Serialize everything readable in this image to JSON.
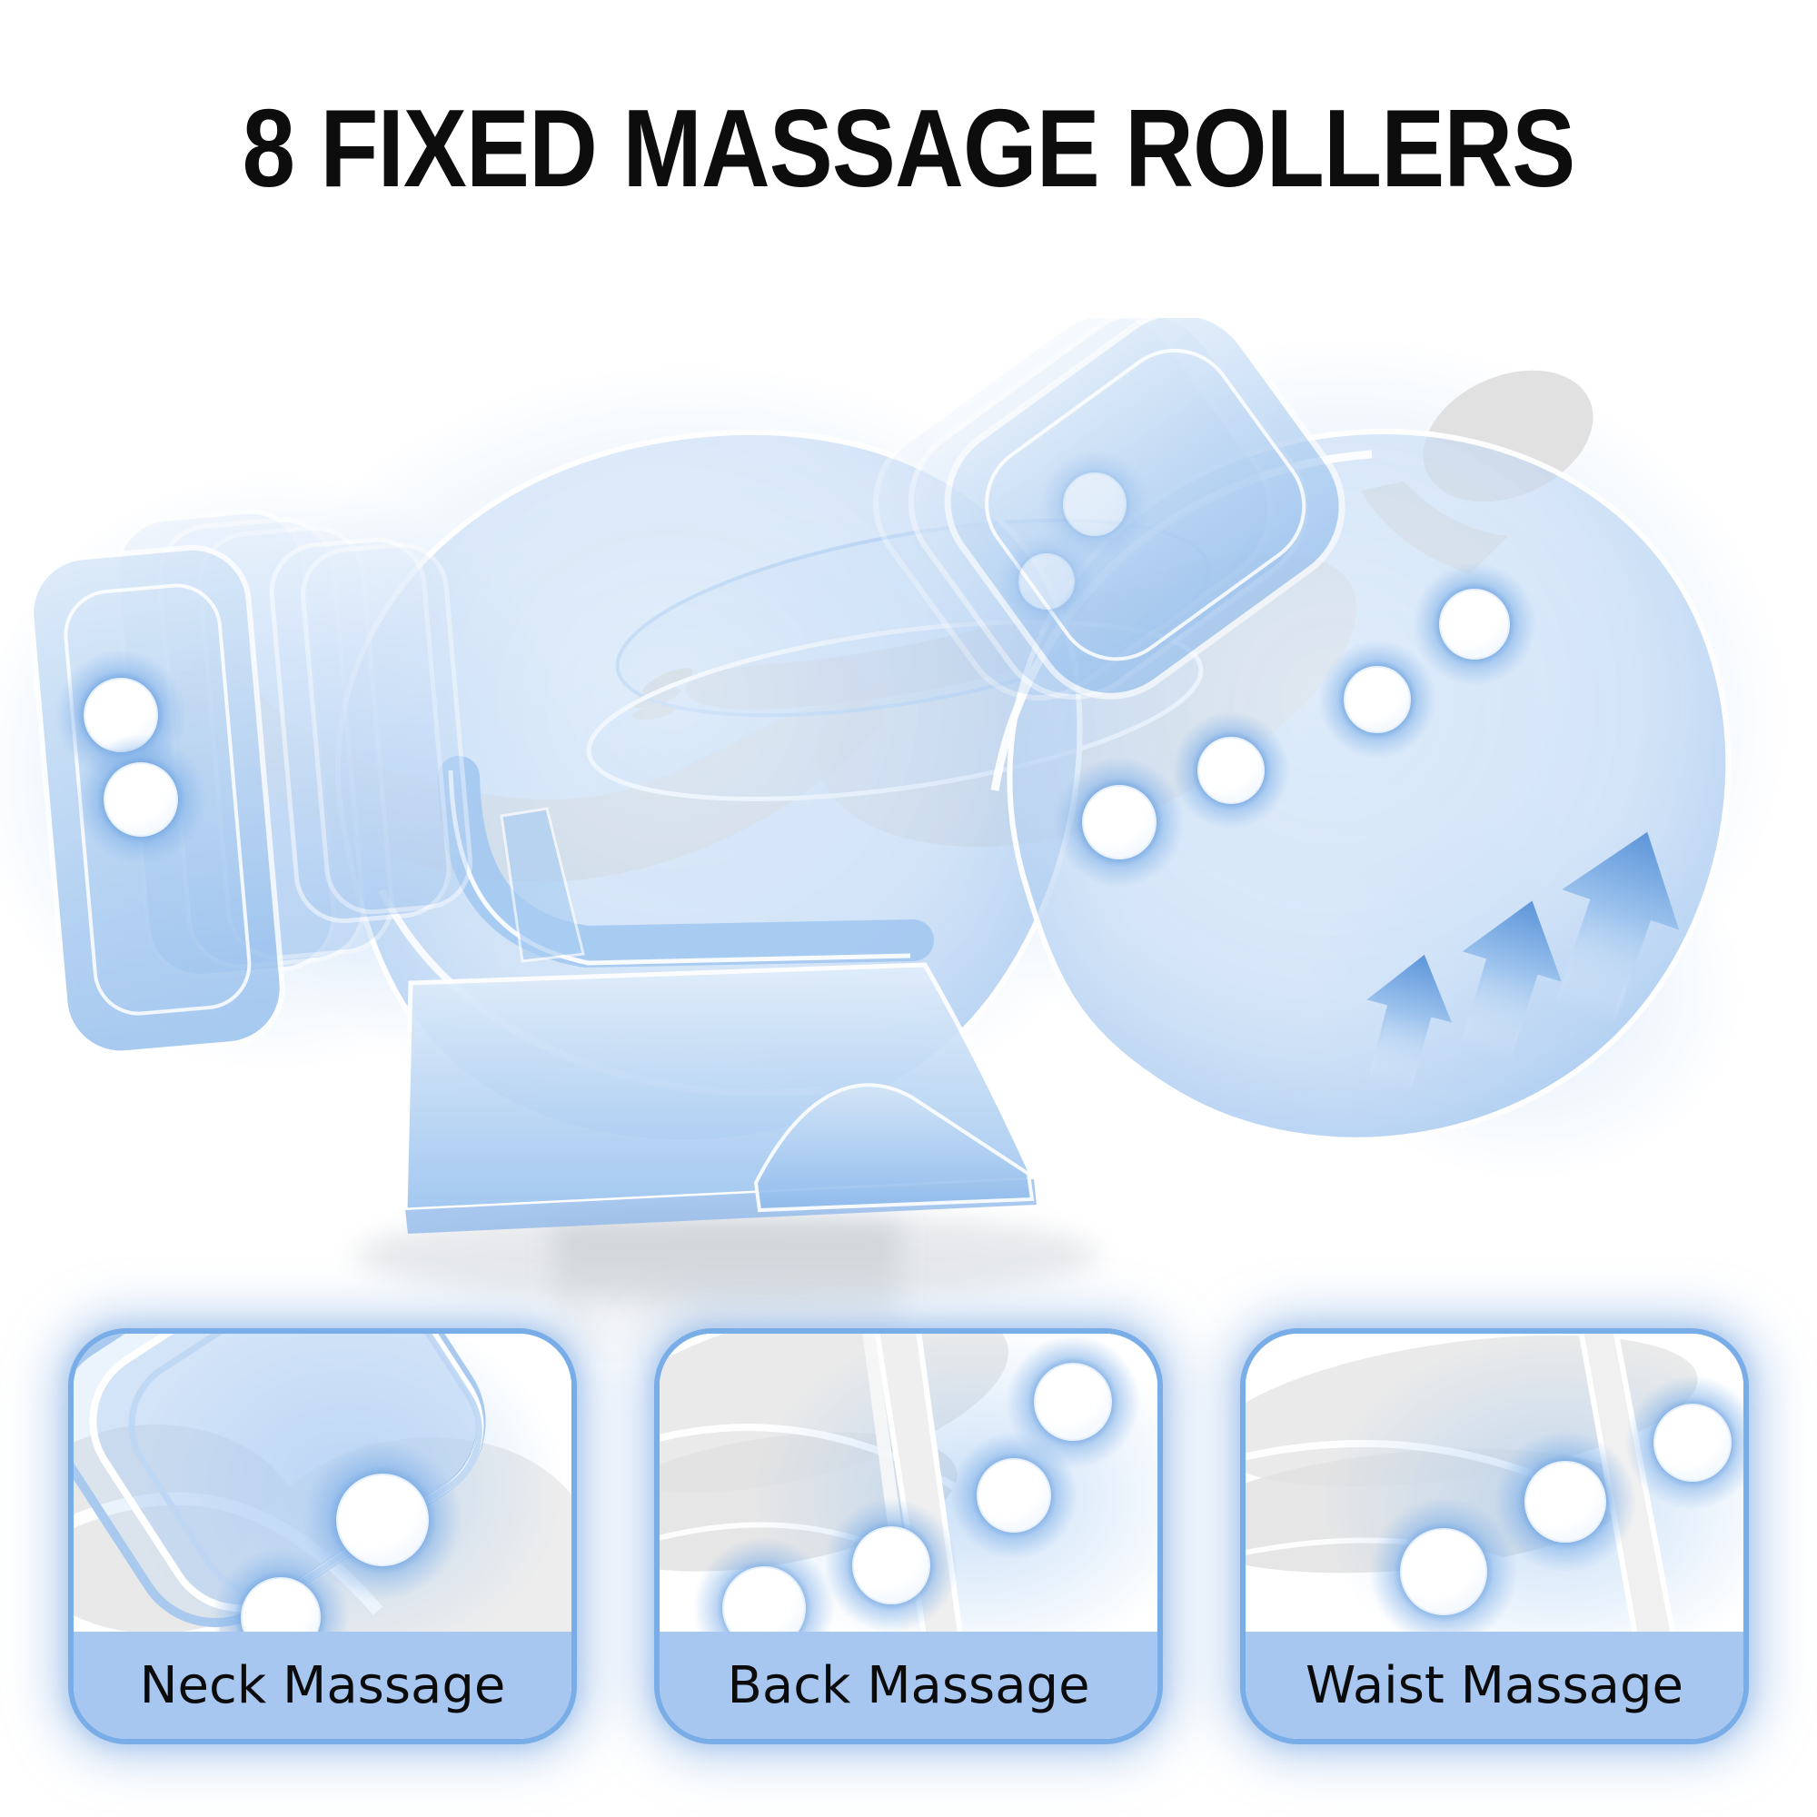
{
  "title": {
    "text": "8 FIXED MASSAGE ROLLERS"
  },
  "illustration": {
    "subject": "translucent massage chair with reclining person",
    "roller_count": 8,
    "up_arrow_count": 3
  },
  "cards": [
    {
      "label": "Neck Massage"
    },
    {
      "label": "Back Massage"
    },
    {
      "label": "Waist Massage"
    }
  ],
  "colors": {
    "background": "#FFFFFF",
    "title_color": "#0D0D0D",
    "card_border": "#79ADE7",
    "card_label_bg": "#A8C7F0",
    "glow_blue": "#6FA3E0",
    "chair_blue": "#9EC4EE",
    "chair_blue_light": "#D9E9FA",
    "arrow_blue": "#5F97DA",
    "body_gray": "#D6D6D6"
  }
}
